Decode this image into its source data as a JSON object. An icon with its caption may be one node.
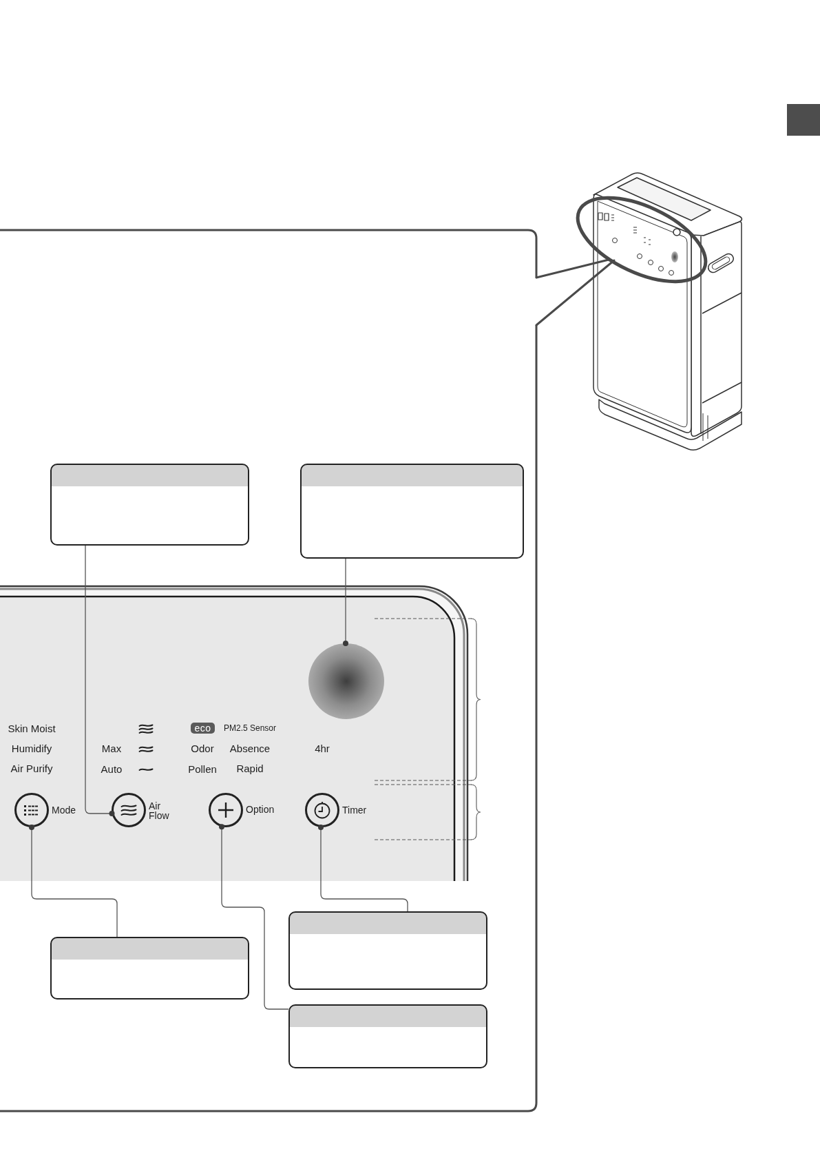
{
  "diagram": {
    "nodes": [
      {
        "text": [],
        "shape": "box"
      },
      {
        "text": [],
        "shape": "box"
      },
      {
        "text": [],
        "shape": "circle"
      },
      {
        "text": [
          "eco"
        ]
      },
      {
        "text": [],
        "shape": "circle",
        "beside": [
          "Mode"
        ]
      },
      {
        "text": [],
        "shape": "circle",
        "beside": [
          "Air Flow"
        ]
      },
      {
        "text": [],
        "shape": "circle",
        "beside": [
          "Option"
        ]
      },
      {
        "text": [],
        "shape": "circle",
        "beside": [
          "Timer"
        ]
      },
      {
        "text": [],
        "shape": "box"
      },
      {
        "text": [],
        "shape": "box"
      },
      {
        "text": [],
        "shape": "box"
      }
    ],
    "edges": [
      {
        "from": 0,
        "to": 5,
        "arrow": "other"
      },
      {
        "from": 1,
        "to": 2,
        "arrow": "other"
      },
      {
        "from": 8,
        "to": 7,
        "arrow": "other"
      },
      {
        "from": 9,
        "to": 4,
        "arrow": "other"
      },
      {
        "from": 10,
        "to": 6,
        "arrow": "other"
      }
    ],
    "labels": [
      "Skin Moist",
      "PM2.5 Sensor",
      "Humidify",
      "Max",
      "Odor",
      "Absence",
      "4hr",
      "Air Purify",
      "Auto",
      "Pollen",
      "Rapid"
    ]
  }
}
